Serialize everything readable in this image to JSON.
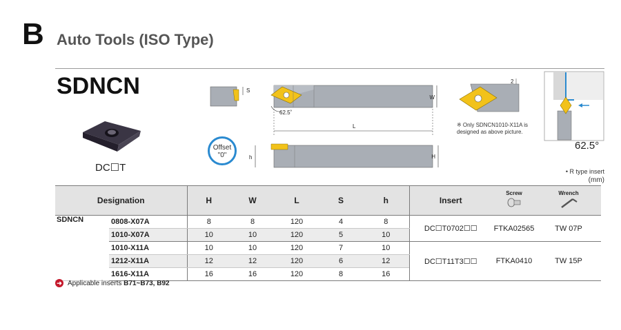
{
  "header": {
    "section_letter": "B",
    "section_title": "Auto Tools (ISO Type)"
  },
  "product": {
    "model": "SDNCN",
    "insert_shape_label": "DC☐T",
    "offset_badge_line1": "Offset",
    "offset_badge_line2": "\"0\"",
    "dims": {
      "S": "S",
      "W": "W",
      "L": "L",
      "H": "H",
      "h": "h",
      "angle_small": "62.5˚",
      "two": "2"
    },
    "note": "※ Only SDNCN1010-X11A is designed as above picture.",
    "angle_label": "62.5°",
    "rtype_note": "• R type insert",
    "unit": "(mm)"
  },
  "table": {
    "headers": {
      "designation": "Designation",
      "H": "H",
      "W": "W",
      "L": "L",
      "S": "S",
      "h": "h",
      "insert": "Insert",
      "screw": "Screw",
      "wrench": "Wrench"
    },
    "series": "SDNCN",
    "rows": [
      {
        "designation": "0808-X07A",
        "H": "8",
        "W": "8",
        "L": "120",
        "S": "4",
        "h": "8"
      },
      {
        "designation": "1010-X07A",
        "H": "10",
        "W": "10",
        "L": "120",
        "S": "5",
        "h": "10"
      },
      {
        "designation": "1010-X11A",
        "H": "10",
        "W": "10",
        "L": "120",
        "S": "7",
        "h": "10"
      },
      {
        "designation": "1212-X11A",
        "H": "12",
        "W": "12",
        "L": "120",
        "S": "6",
        "h": "12"
      },
      {
        "designation": "1616-X11A",
        "H": "16",
        "W": "16",
        "L": "120",
        "S": "8",
        "h": "16"
      }
    ],
    "groups": [
      {
        "insert": "DC☐T0702☐☐",
        "screw": "FTKA02565",
        "wrench": "TW 07P"
      },
      {
        "insert": "DC☐T11T3☐☐",
        "screw": "FTKA0410",
        "wrench": "TW 15P"
      }
    ]
  },
  "footer": {
    "label": "Applicable inserts",
    "value": "B71~B73, B92"
  },
  "colors": {
    "accent_blue": "#2a8ad0",
    "insert_gold": "#f2c21a",
    "holder_gray": "#a9aeb5",
    "footer_red": "#c4182b"
  }
}
